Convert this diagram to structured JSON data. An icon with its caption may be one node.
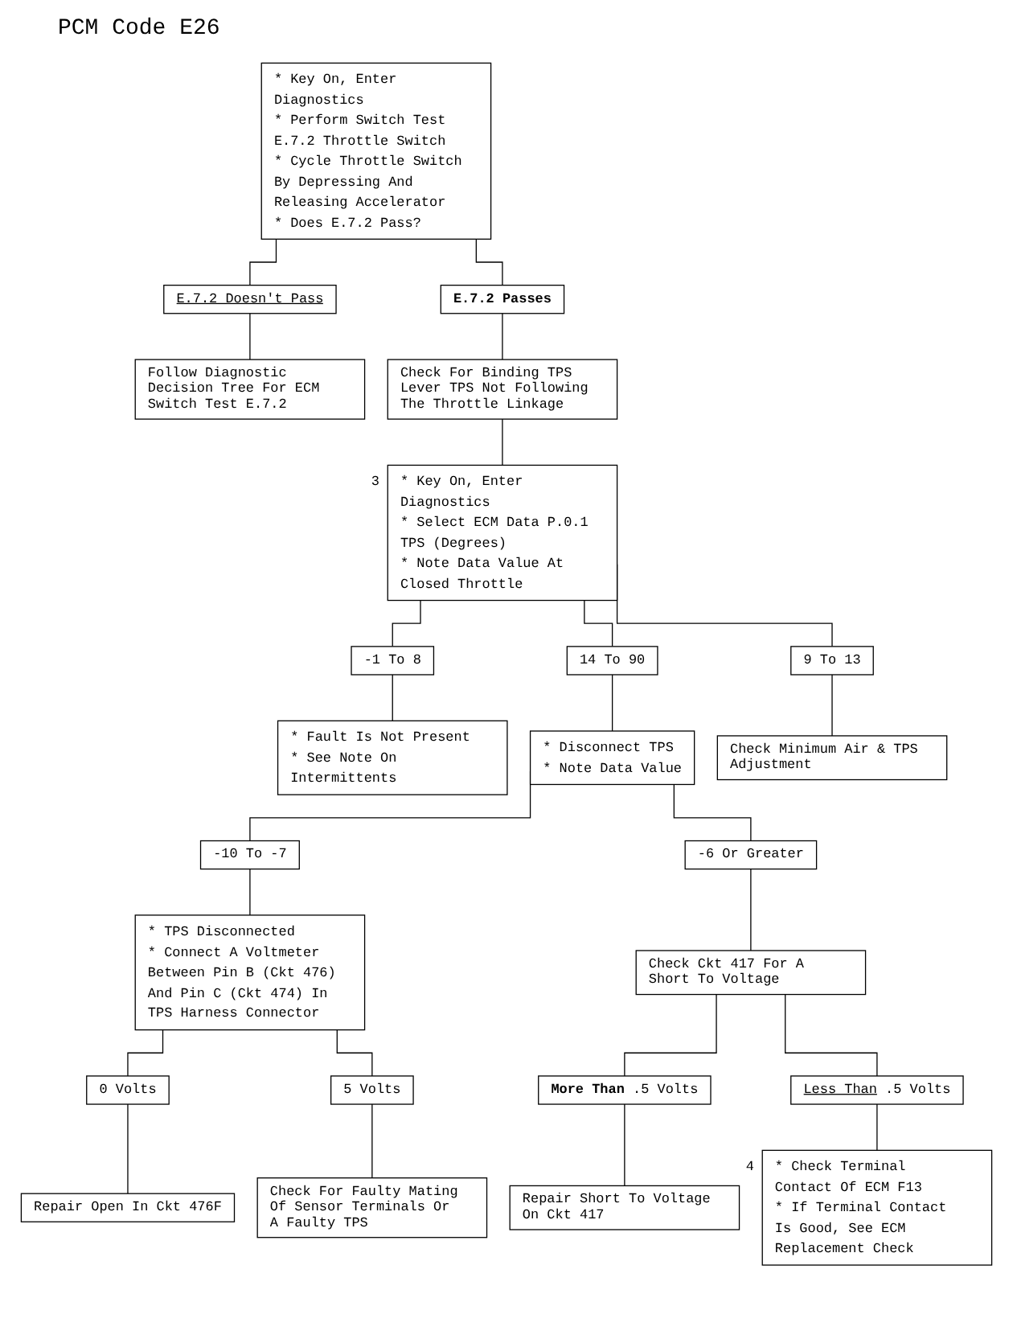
{
  "diagram": {
    "title": "PCM Code E26",
    "nodes": [
      {
        "text": [
          "* Key On, Enter Diagnostics",
          "* Perform Switch Test E.7.2 Throttle Switch",
          "* Cycle Throttle Switch By Depressing And Releasing Accelerator",
          "* Does E.7.2 Pass?"
        ]
      },
      {
        "text": [
          "E.7.2 Doesn't Pass"
        ]
      },
      {
        "text": [
          "E.7.2 Passes"
        ]
      },
      {
        "text": [
          "Follow Diagnostic Decision Tree For ECM Switch Test E.7.2"
        ]
      },
      {
        "text": [
          "Check For Binding TPS Lever TPS Not Following The Throttle Linkage"
        ]
      },
      {
        "text": [
          "* Key On, Enter Diagnostics",
          "* Select ECM Data P.0.1 TPS (Degrees)",
          "* Note Data Value At Closed Throttle"
        ],
        "beside": [
          "3"
        ]
      },
      {
        "text": [
          "-1 To 8"
        ]
      },
      {
        "text": [
          "14 To 90"
        ]
      },
      {
        "text": [
          "9 To 13"
        ]
      },
      {
        "text": [
          "* Fault Is Not Present",
          "* See Note On Intermittents"
        ]
      },
      {
        "text": [
          "* Disconnect TPS",
          "* Note Data Value"
        ]
      },
      {
        "text": [
          "Check Minimum Air & TPS Adjustment"
        ]
      },
      {
        "text": [
          "-10 To -7"
        ]
      },
      {
        "text": [
          "-6 Or Greater"
        ]
      },
      {
        "text": [
          "* TPS Disconnected",
          "* Connect A Voltmeter Between Pin B (Ckt 476) And Pin C (Ckt 474) In TPS Harness Connector"
        ]
      },
      {
        "text": [
          "Check Ckt 417 For A Short To Voltage"
        ]
      },
      {
        "text": [
          "More Than .5 Volts"
        ]
      },
      {
        "text": [
          "0 Volts"
        ]
      },
      {
        "text": [
          "Repair Short To Voltage On Ckt 417"
        ]
      },
      {
        "text": [
          "Repair Open In Ckt 476F"
        ]
      },
      {
        "text": [
          "Less Than .5 Volts"
        ]
      },
      {
        "text": [
          "5 Volts"
        ]
      },
      {
        "text": [
          "* Check Terminal Contact Of ECM F13",
          "* If Terminal Contact Is Good, See ECM Replacement Check"
        ],
        "beside": [
          "4"
        ]
      },
      {
        "text": [
          "Check For Faulty Mating Of Sensor Terminals Or A Faulty TPS"
        ]
      }
    ],
    "edges": [
      {
        "from": 0,
        "to": 1,
        "arrow": "none"
      },
      {
        "from": 0,
        "to": 2,
        "arrow": "none"
      },
      {
        "from": 1,
        "to": 3,
        "arrow": "none"
      },
      {
        "from": 2,
        "to": 4,
        "arrow": "none"
      },
      {
        "from": 4,
        "to": 5,
        "arrow": "none"
      },
      {
        "from": 5,
        "to": 6,
        "arrow": "none"
      },
      {
        "from": 5,
        "to": 7,
        "arrow": "none"
      },
      {
        "from": 5,
        "to": 8,
        "arrow": "none"
      },
      {
        "from": 6,
        "to": 9,
        "arrow": "none"
      },
      {
        "from": 7,
        "to": 10,
        "arrow": "none"
      },
      {
        "from": 8,
        "to": 11,
        "arrow": "none"
      },
      {
        "from": 10,
        "to": 12,
        "arrow": "none"
      },
      {
        "from": 10,
        "to": 13,
        "arrow": "none"
      },
      {
        "from": 12,
        "to": 14,
        "arrow": "none"
      },
      {
        "from": 13,
        "to": 15,
        "arrow": "none"
      },
      {
        "from": 15,
        "to": 16,
        "arrow": "none"
      },
      {
        "from": 15,
        "to": 20,
        "arrow": "none"
      },
      {
        "from": 16,
        "to": 18,
        "arrow": "none"
      },
      {
        "from": 14,
        "to": 17,
        "arrow": "none"
      },
      {
        "from": 14,
        "to": 21,
        "arrow": "none"
      },
      {
        "from": 17,
        "to": 19,
        "arrow": "none"
      },
      {
        "from": 21,
        "to": 23,
        "arrow": "none"
      },
      {
        "from": 20,
        "to": 22,
        "arrow": "none"
      }
    ]
  }
}
